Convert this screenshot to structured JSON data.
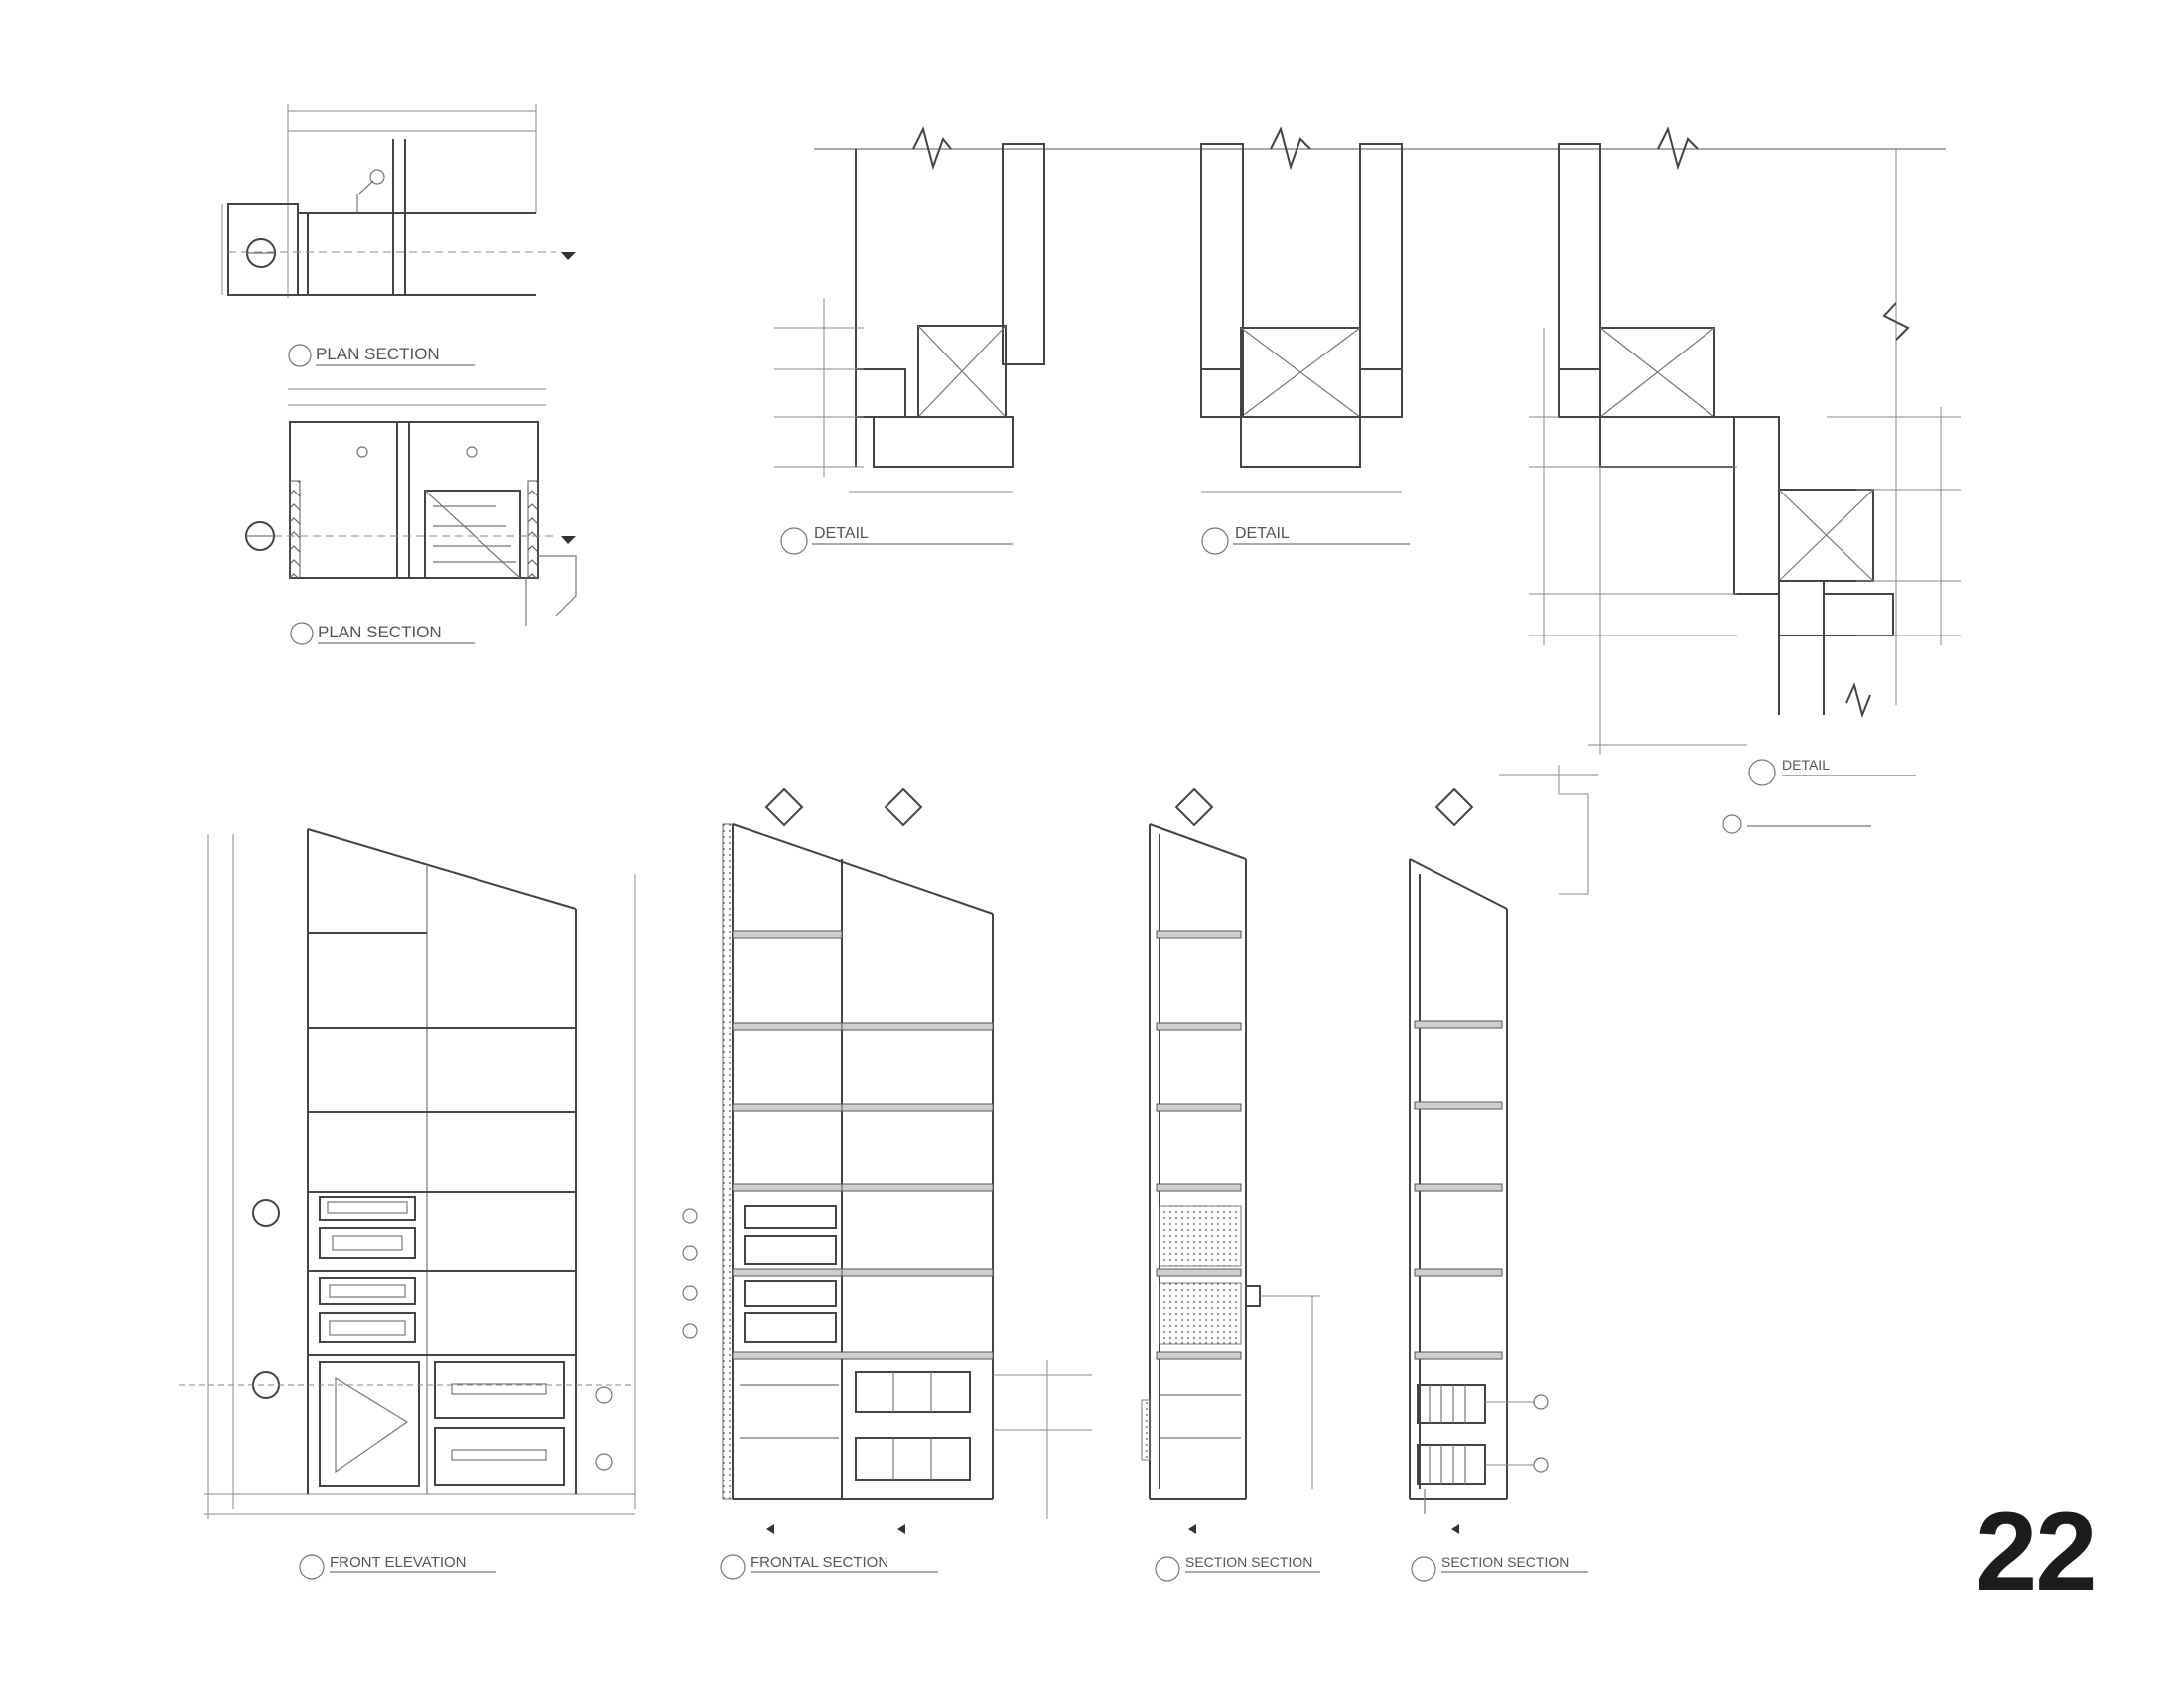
{
  "sheet": {
    "page_number": "22"
  },
  "colors": {
    "line": "#444444",
    "light": "#777777",
    "paper": "#ffffff"
  },
  "titles": {
    "plan_section_1": "PLAN SECTION",
    "plan_section_2": "PLAN SECTION",
    "detail_1": "DETAIL",
    "detail_2": "DETAIL",
    "detail_3": "DETAIL",
    "front_elevation": "FRONT ELEVATION",
    "frontal_section": "FRONTAL SECTION",
    "section_1": "SECTION SECTION",
    "section_2": "SECTION SECTION"
  },
  "icons": [
    "section-marker-icon",
    "break-line-icon",
    "grain-hatch-icon"
  ]
}
